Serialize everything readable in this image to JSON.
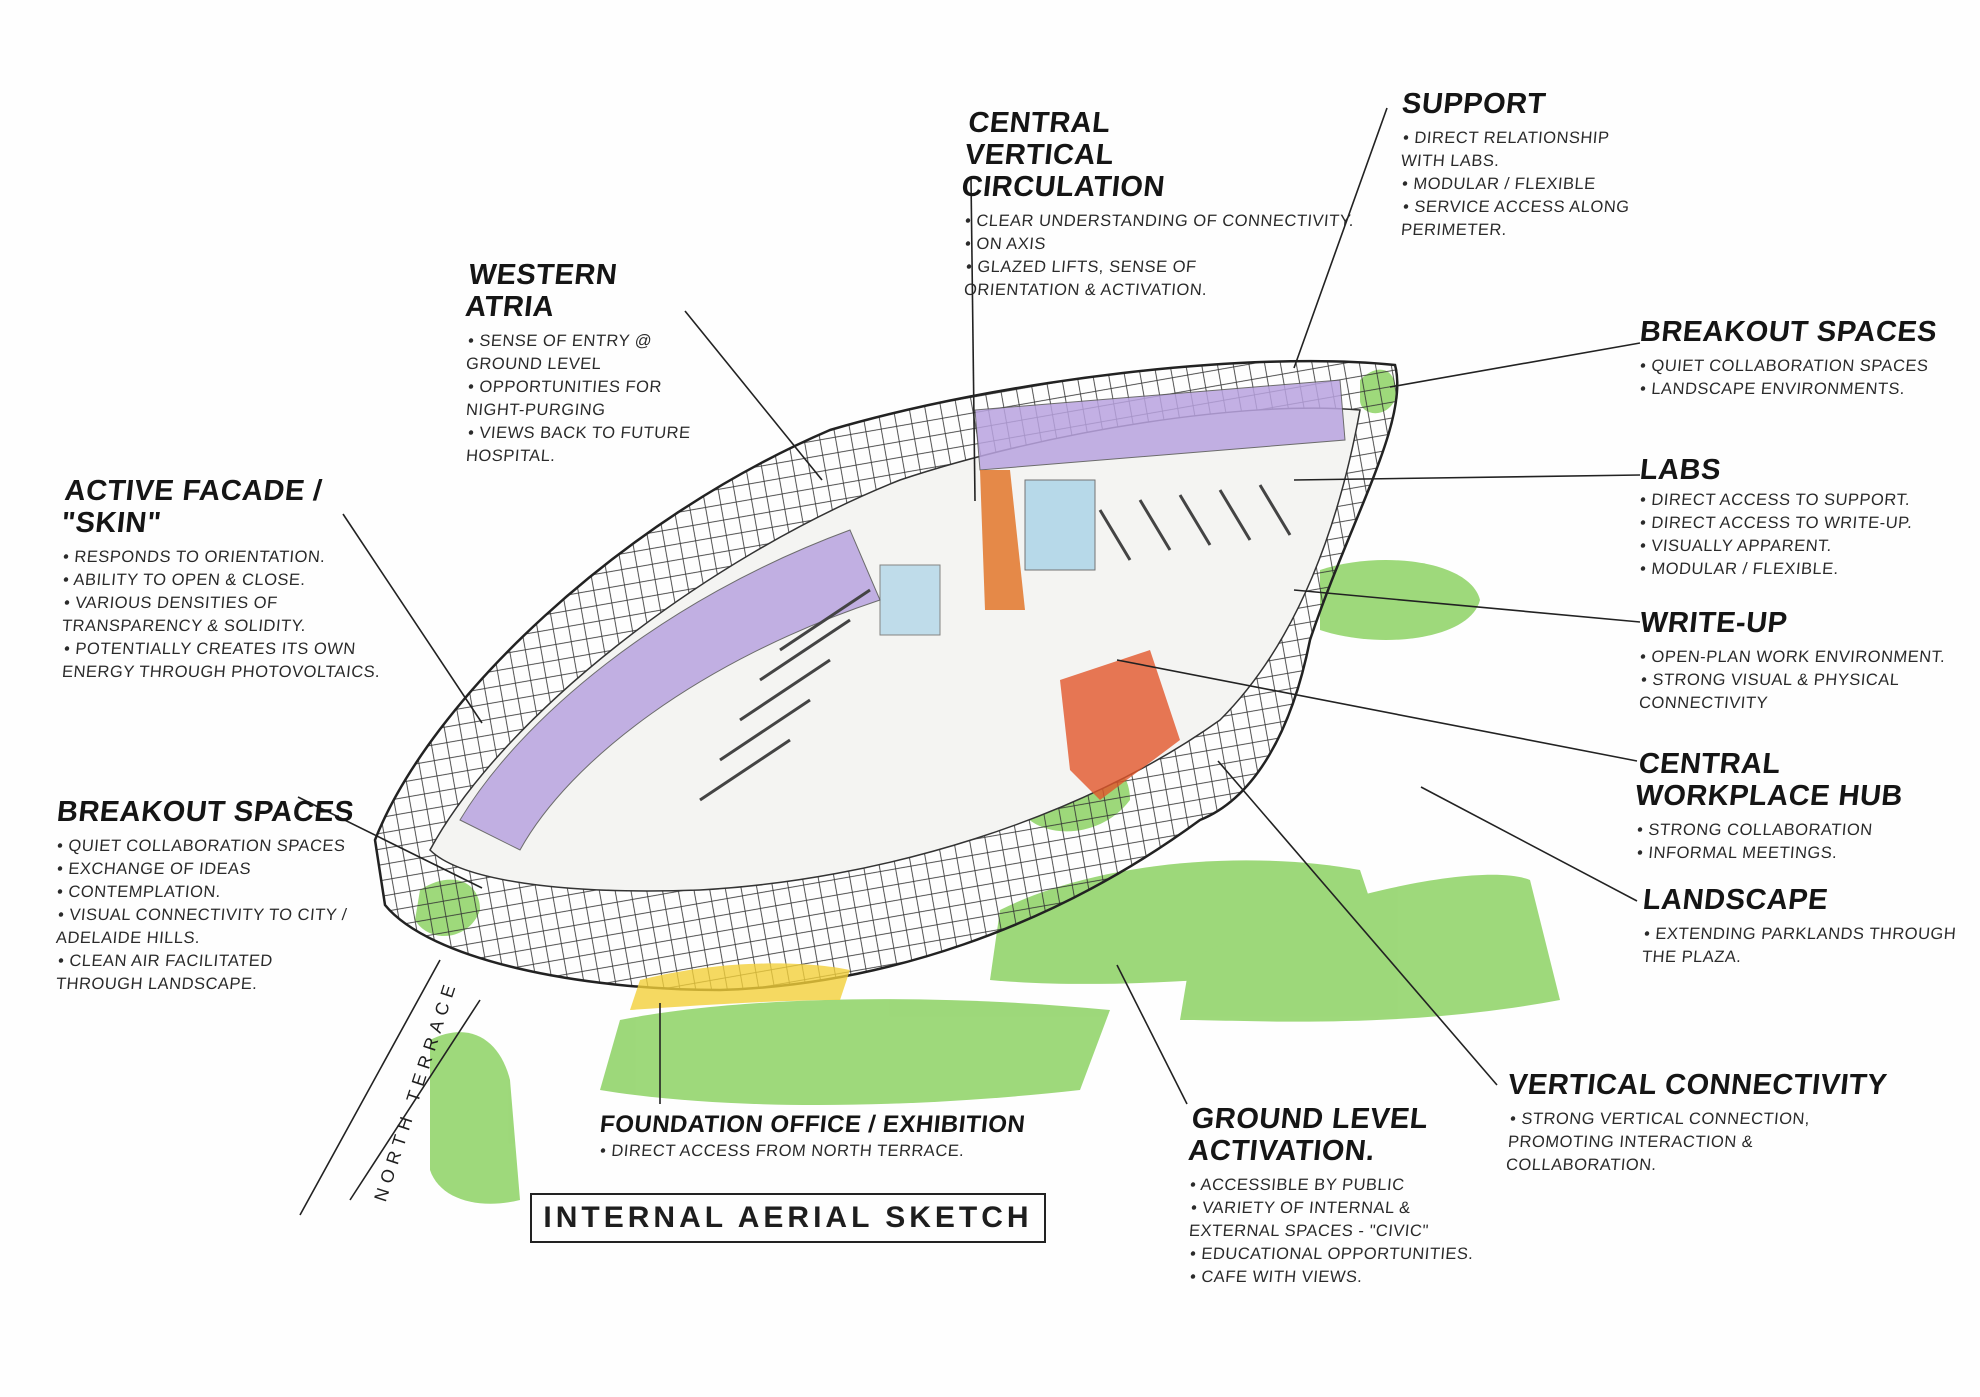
{
  "sheet_title": "Internal Aerial Sketch",
  "street_label": "North Terrace",
  "colors": {
    "lab_purple": "#b9a3e0",
    "landscape_green": "#6cc24a",
    "hub_orange": "#e2562a",
    "glass_blue": "#a9d3e8",
    "yellow": "#f2cf3a",
    "ink": "#1e1e1e"
  },
  "annotations": {
    "central_vertical_circulation": {
      "title": "Central Vertical Circulation",
      "bullets": [
        "Clear understanding of connectivity.",
        "On axis",
        "Glazed lifts, sense of orientation & activation."
      ]
    },
    "support": {
      "title": "Support",
      "bullets": [
        "Direct relationship with labs.",
        "Modular / flexible",
        "Service access along perimeter."
      ]
    },
    "western_atria": {
      "title": "Western Atria",
      "bullets": [
        "Sense of entry @ ground level",
        "Opportunities for night-purging",
        "Views back to future hospital."
      ]
    },
    "breakout_spaces_right": {
      "title": "Breakout Spaces",
      "bullets": [
        "Quiet collaboration spaces",
        "Landscape environments."
      ]
    },
    "labs": {
      "title": "Labs",
      "bullets": [
        "Direct access to support.",
        "Direct access to write-up.",
        "Visually apparent.",
        "Modular / flexible."
      ]
    },
    "write_up": {
      "title": "Write-up",
      "bullets": [
        "Open-plan work environment.",
        "Strong visual & physical connectivity"
      ]
    },
    "central_workplace_hub": {
      "title": "Central Workplace Hub",
      "bullets": [
        "Strong collaboration",
        "Informal meetings."
      ]
    },
    "landscape": {
      "title": "Landscape",
      "bullets": [
        "Extending parklands through the plaza."
      ]
    },
    "active_facade": {
      "title": "Active Facade / \"Skin\"",
      "bullets": [
        "Responds to orientation.",
        "Ability to open & close.",
        "Various densities of transparency & solidity.",
        "Potentially creates its own energy through photovoltaics."
      ]
    },
    "breakout_spaces_left": {
      "title": "Breakout Spaces",
      "bullets": [
        "Quiet collaboration spaces",
        "Exchange of ideas",
        "Contemplation.",
        "Visual connectivity to city / Adelaide Hills.",
        "Clean air facilitated through landscape."
      ]
    },
    "foundation_office": {
      "title": "Foundation Office / Exhibition",
      "bullets": [
        "Direct access from North Terrace."
      ]
    },
    "ground_level_activation": {
      "title": "Ground Level Activation.",
      "bullets": [
        "Accessible by public",
        "Variety of internal & external spaces - \"civic\"",
        "Educational opportunities.",
        "Cafe with views."
      ]
    },
    "vertical_connectivity": {
      "title": "Vertical Connectivity",
      "bullets": [
        "Strong vertical connection, promoting interaction & collaboration."
      ]
    }
  }
}
